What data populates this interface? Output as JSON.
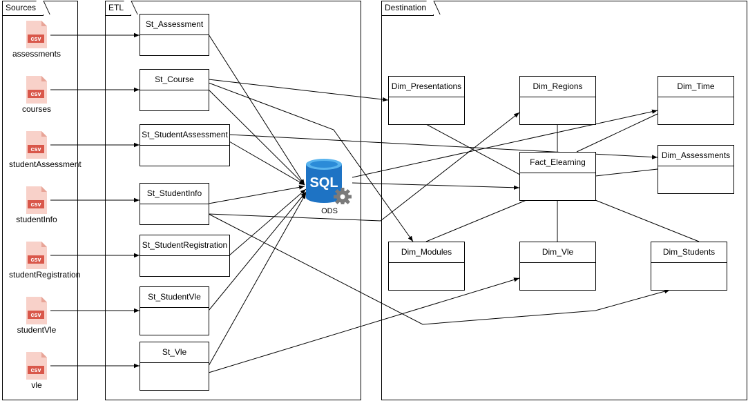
{
  "frames": {
    "sources": "Sources",
    "etl": "ETL",
    "destination": "Destination"
  },
  "sources": [
    {
      "label": "assessments",
      "badge": "csv"
    },
    {
      "label": "courses",
      "badge": "csv"
    },
    {
      "label": "studentAssessment",
      "badge": "csv"
    },
    {
      "label": "studentInfo",
      "badge": "csv"
    },
    {
      "label": "studentRegistration",
      "badge": "csv"
    },
    {
      "label": "studentVle",
      "badge": "csv"
    },
    {
      "label": "vle",
      "badge": "csv"
    }
  ],
  "staging": [
    {
      "label": "St_Assessment"
    },
    {
      "label": "St_Course"
    },
    {
      "label": "St_StudentAssessment"
    },
    {
      "label": "St_StudentInfo"
    },
    {
      "label": "St_StudentRegistration"
    },
    {
      "label": "St_StudentVle"
    },
    {
      "label": "St_Vle"
    }
  ],
  "ods": {
    "icon_text": "SQL",
    "label": "ODS",
    "icon": "sql-database-icon"
  },
  "destination": {
    "dim_presentations": "Dim_Presentations",
    "dim_regions": "Dim_Regions",
    "dim_time": "Dim_Time",
    "dim_assessments": "Dim_Assessments",
    "fact_elearning": "Fact_Elearning",
    "dim_modules": "Dim_Modules",
    "dim_vle": "Dim_Vle",
    "dim_students": "Dim_Students"
  },
  "colors": {
    "csv_fill": "#F8D1C9",
    "csv_badge": "#D9574A",
    "sql_blue": "#1E73C4",
    "gear": "#7A7A7A"
  }
}
